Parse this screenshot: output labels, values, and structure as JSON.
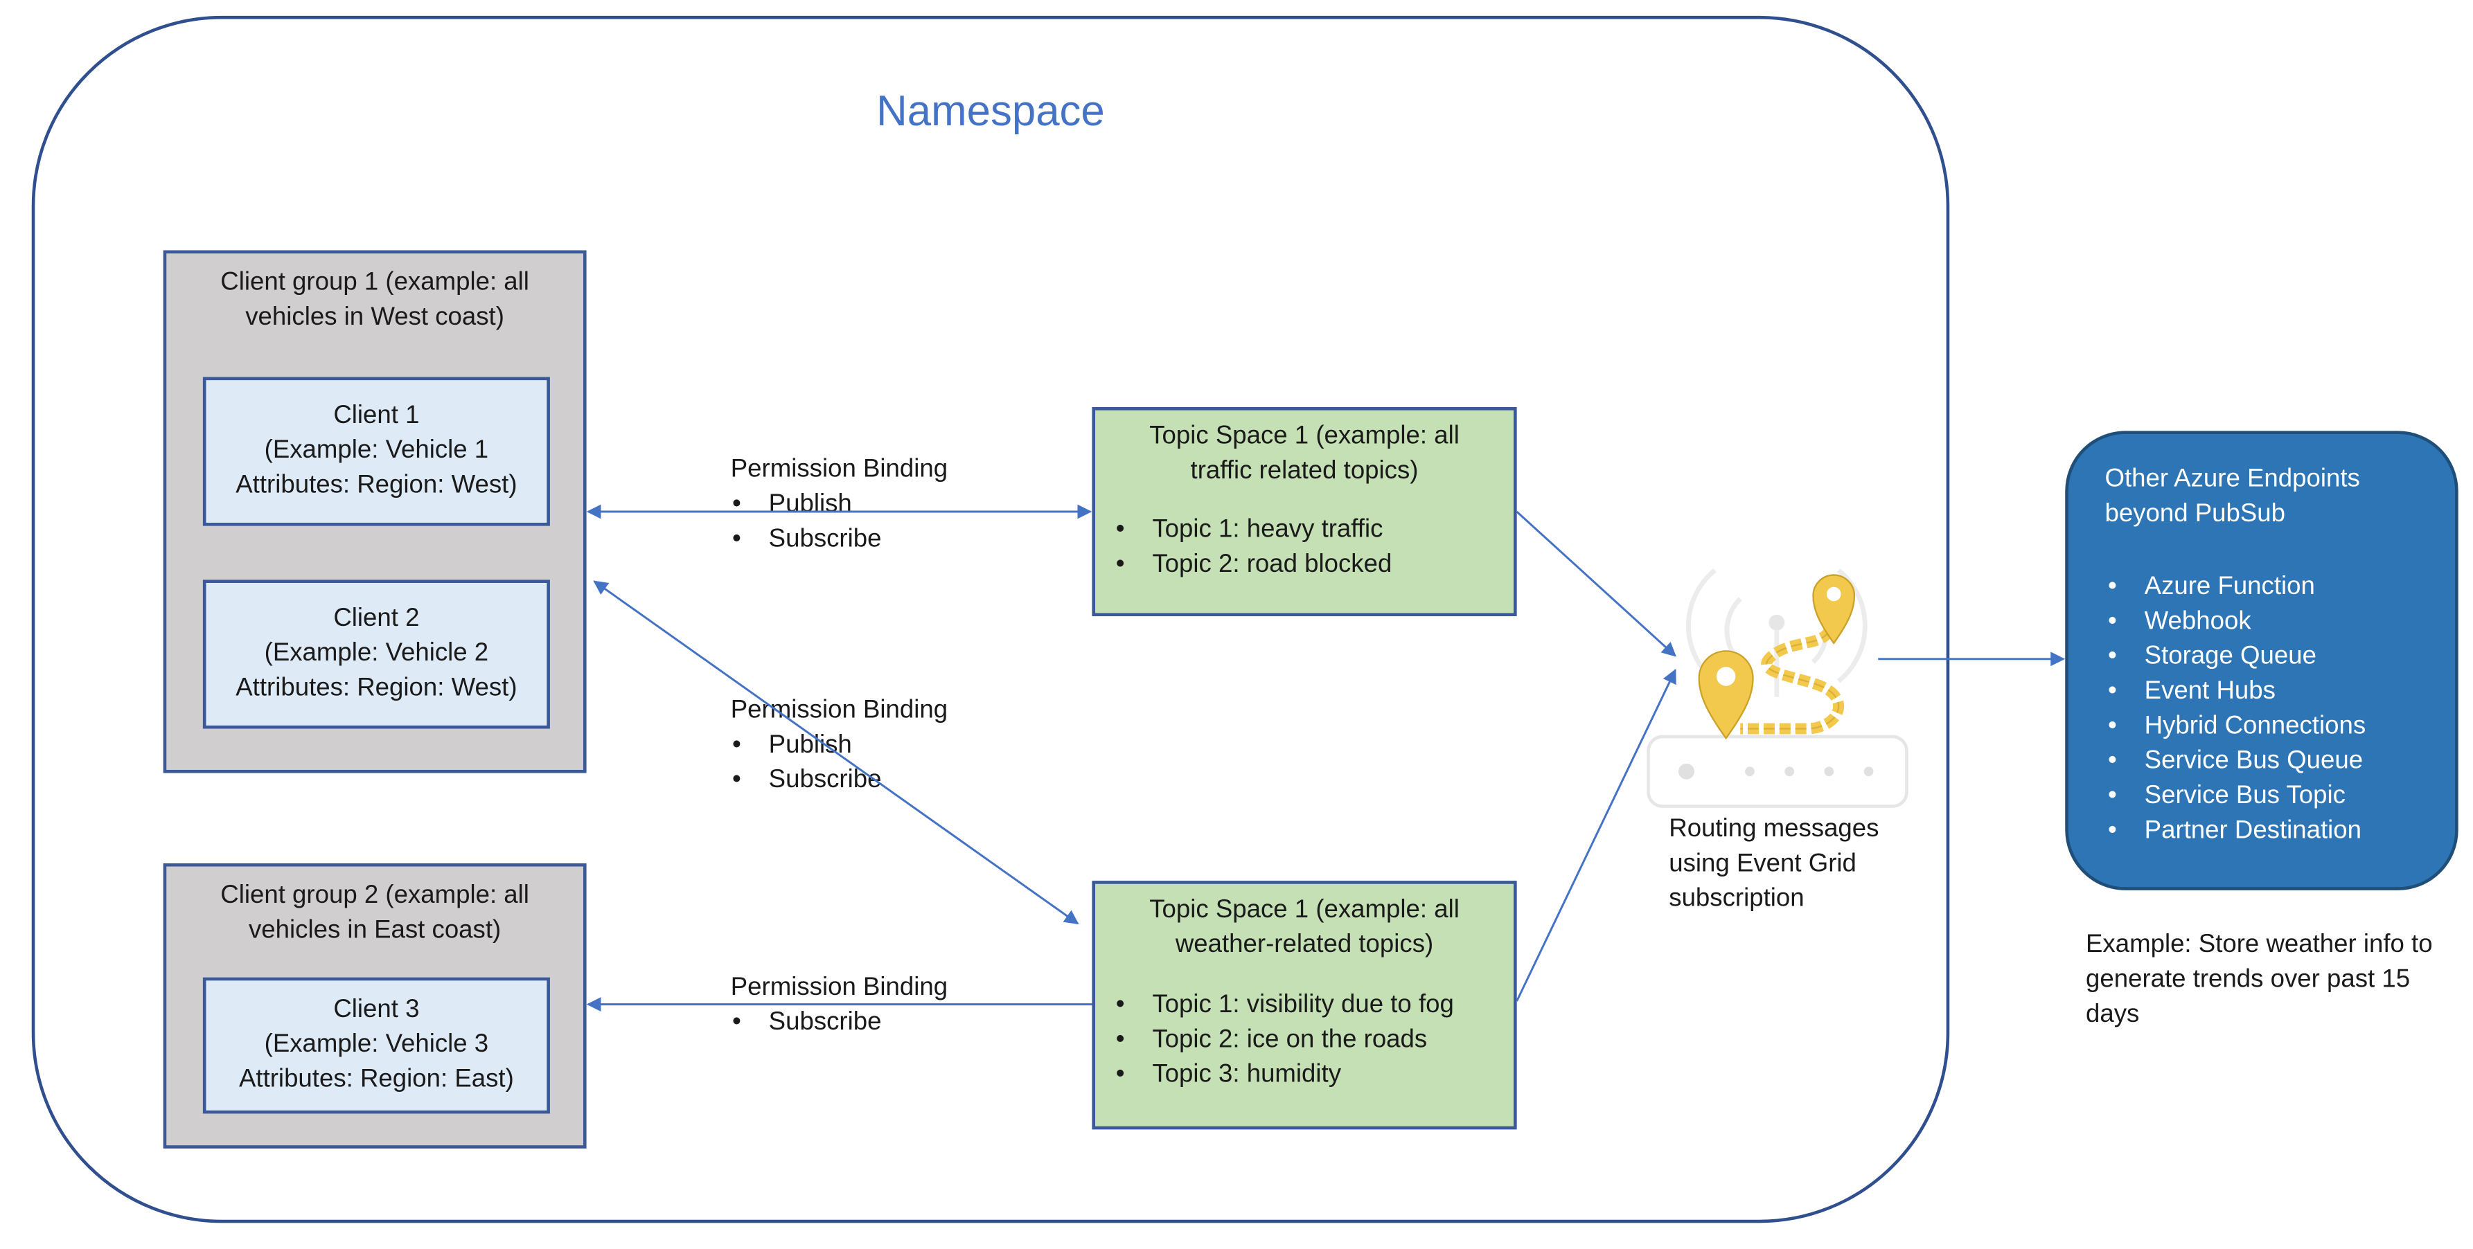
{
  "namespace": {
    "title": "Namespace"
  },
  "client_group_1": {
    "title": "Client group 1 (example: all vehicles in West coast)",
    "clients": [
      {
        "name": "Client 1",
        "example": "(Example: Vehicle 1",
        "attributes": "Attributes: Region: West)"
      },
      {
        "name": "Client 2",
        "example": "(Example: Vehicle 2",
        "attributes": "Attributes: Region: West)"
      }
    ]
  },
  "client_group_2": {
    "title": "Client group 2 (example: all vehicles in East coast)",
    "clients": [
      {
        "name": "Client 3",
        "example": "(Example: Vehicle 3",
        "attributes": "Attributes: Region: East)"
      }
    ]
  },
  "permission_bindings": [
    {
      "title": "Permission Binding",
      "items": [
        "Publish",
        "Subscribe"
      ]
    },
    {
      "title": "Permission Binding",
      "items": [
        "Publish",
        "Subscribe"
      ]
    },
    {
      "title": "Permission Binding",
      "items": [
        "Subscribe"
      ]
    }
  ],
  "topic_space_1": {
    "title": "Topic Space 1 (example: all traffic related topics)",
    "topics": [
      "Topic 1: heavy traffic",
      "Topic 2: road blocked"
    ]
  },
  "topic_space_2": {
    "title": "Topic Space 1 (example: all weather-related topics)",
    "topics": [
      "Topic 1: visibility due to fog",
      "Topic 2: ice on the roads",
      "Topic 3: humidity"
    ]
  },
  "routing": {
    "label": "Routing messages using Event Grid subscription",
    "icon": "event-grid-routing-icon"
  },
  "endpoints": {
    "title": "Other Azure Endpoints beyond PubSub",
    "items": [
      "Azure Function",
      "Webhook",
      "Storage Queue",
      "Event Hubs",
      "Hybrid Connections",
      "Service Bus Queue",
      "Service Bus Topic",
      "Partner Destination"
    ]
  },
  "example_note": "Example: Store weather info to generate trends over past 15 days",
  "colors": {
    "accent": "#4472c4",
    "client_group_fill": "#d0cece",
    "client_fill": "#deebf7",
    "topic_fill": "#c5e0b4",
    "endpoint_fill": "#2e75b6",
    "icon_yellow": "#f2c94c"
  }
}
